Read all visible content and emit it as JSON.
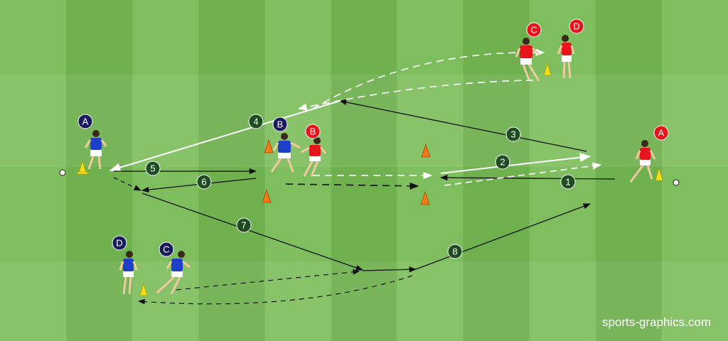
{
  "pitch": {
    "stripe_colors": [
      "#7fbe5e",
      "#6fb04f"
    ]
  },
  "colors": {
    "blue_team": "#1f3fc8",
    "red_team": "#e8141c",
    "blue_label_bg": "#1a1a5c",
    "red_label_bg": "#e8141c",
    "step_badge_bg": "#1f4d22",
    "pass_line": "#111111",
    "white_line": "#ffffff",
    "cone_orange": "#f07a1a",
    "cone_yellow": "#f3e21a"
  },
  "blue_players": [
    {
      "id": "blue-a",
      "label": "A"
    },
    {
      "id": "blue-b",
      "label": "B"
    },
    {
      "id": "blue-c",
      "label": "C"
    },
    {
      "id": "blue-d",
      "label": "D"
    }
  ],
  "red_players": [
    {
      "id": "red-a",
      "label": "A"
    },
    {
      "id": "red-b",
      "label": "B"
    },
    {
      "id": "red-c",
      "label": "C"
    },
    {
      "id": "red-d",
      "label": "D"
    }
  ],
  "steps": [
    "1",
    "2",
    "3",
    "4",
    "5",
    "6",
    "7",
    "8"
  ],
  "watermark": "sports-graphics.com"
}
